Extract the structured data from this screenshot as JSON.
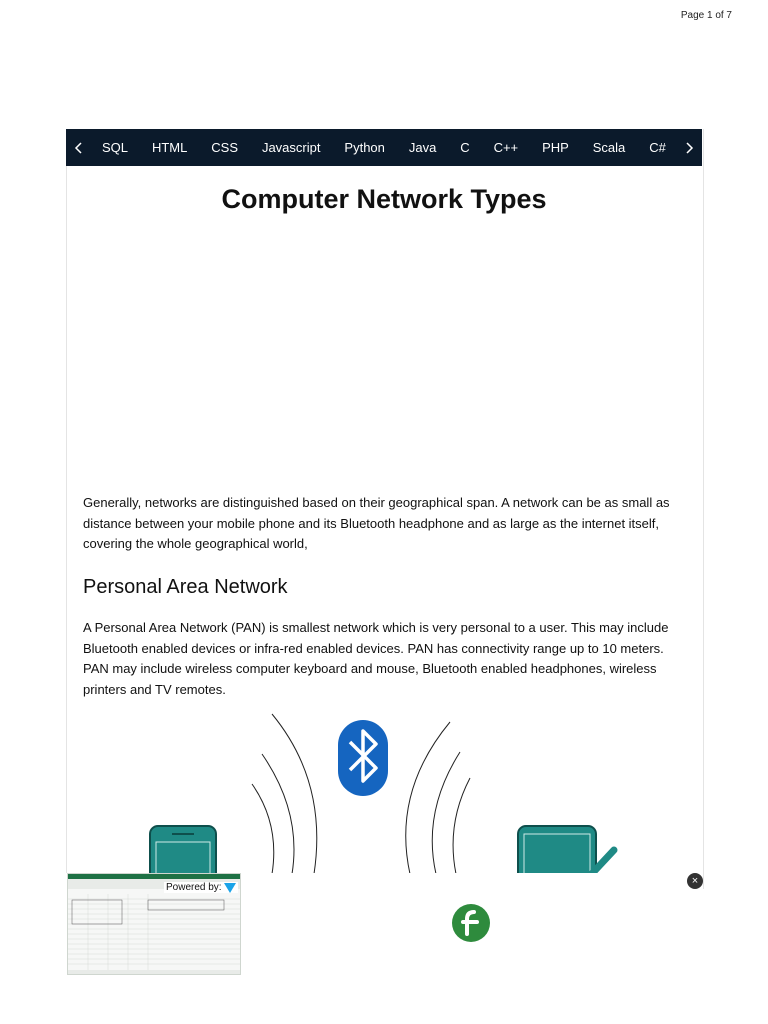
{
  "page_indicator": "Page 1 of 7",
  "nav": {
    "prev_icon": "chevron-left-icon",
    "next_icon": "chevron-right-icon",
    "items": [
      "SQL",
      "HTML",
      "CSS",
      "Javascript",
      "Python",
      "Java",
      "C",
      "C++",
      "PHP",
      "Scala",
      "C#"
    ]
  },
  "article": {
    "title": "Computer Network Types",
    "intro": "Generally, networks are distinguished based on their geographical span. A network can be as small as distance between your mobile phone and its Bluetooth headphone and as large as the internet itself, covering the whole geographical world,",
    "section_heading": "Personal Area Network",
    "section_body": "A Personal Area Network (PAN) is smallest network which is very personal to a user. This may include Bluetooth enabled devices or infra-red enabled devices. PAN has connectivity range up to 10 meters. PAN may include wireless computer keyboard and mouse, Bluetooth enabled headphones, wireless printers and TV remotes."
  },
  "ad": {
    "powered_by": "Powered by:",
    "close_icon": "close-icon"
  },
  "colors": {
    "nav_bg": "#0b1a2b",
    "bluetooth_blue": "#1565c0",
    "device_teal": "#1f8a85",
    "brand_green": "#2e8b3d"
  }
}
